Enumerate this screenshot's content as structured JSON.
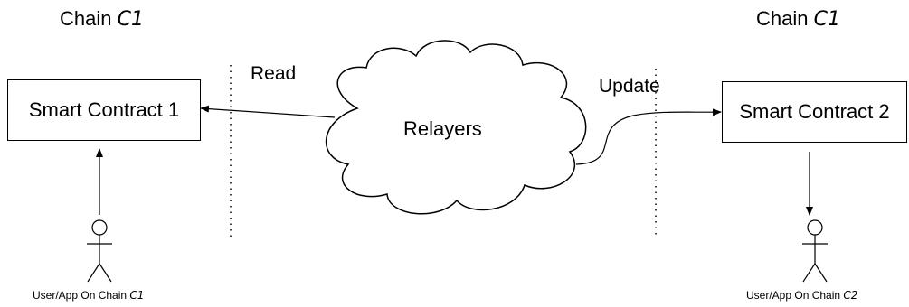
{
  "left": {
    "chain_title": {
      "text": "Chain ",
      "var": "C1"
    },
    "contract_label": "Smart Contract 1",
    "user_label": {
      "text": "User/App On Chain ",
      "var": "C1"
    }
  },
  "right": {
    "chain_title": {
      "text": "Chain ",
      "var": "C1"
    },
    "contract_label": "Smart Contract 2",
    "user_label": {
      "text": "User/App On Chain ",
      "var": "C2"
    }
  },
  "relayers": {
    "label": "Relayers"
  },
  "edges": {
    "read_label": "Read",
    "update_label": "Update"
  }
}
